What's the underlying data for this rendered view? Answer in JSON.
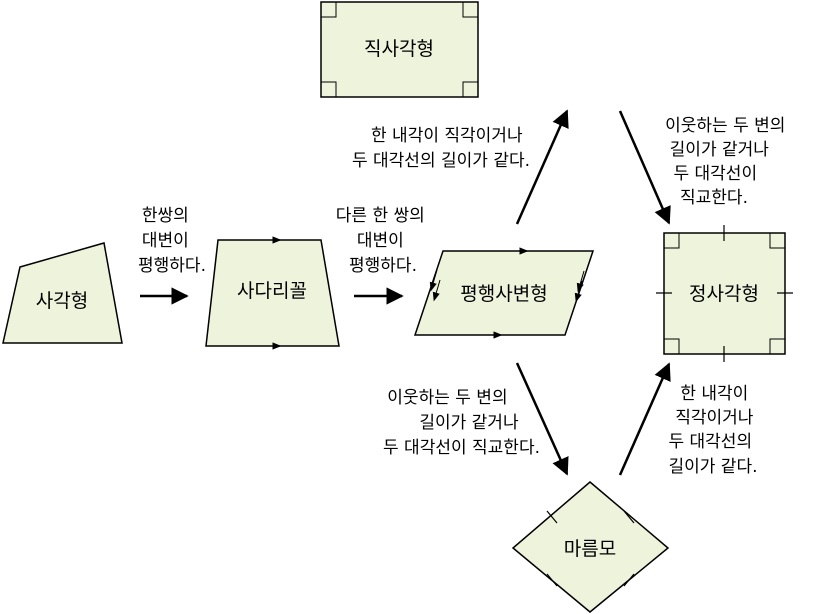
{
  "colors": {
    "shape_fill": "#eef3dc",
    "stroke": "#000000"
  },
  "shapes": {
    "quadrilateral": "사각형",
    "trapezoid": "사다리꼴",
    "parallelogram": "평행사변형",
    "rectangle": "직사각형",
    "rhombus": "마름모",
    "square": "정사각형"
  },
  "conditions": {
    "quad_to_trap": [
      "한쌍의",
      "대변이",
      "평행하다."
    ],
    "trap_to_para": [
      "다른 한 쌍의",
      "대변이",
      "평행하다."
    ],
    "para_to_rect": [
      "한 내각이 직각이거나",
      "두 대각선의 길이가 같다."
    ],
    "para_to_rhombus": [
      "이웃하는 두 변의",
      "길이가 같거나",
      "두 대각선이 직교한다."
    ],
    "rect_to_square": [
      "이웃하는 두 변의",
      "길이가 같거나",
      "두 대각선이",
      "직교한다."
    ],
    "rhombus_to_square": [
      "한 내각이",
      "직각이거나",
      "두 대각선의",
      "길이가 같다."
    ]
  }
}
